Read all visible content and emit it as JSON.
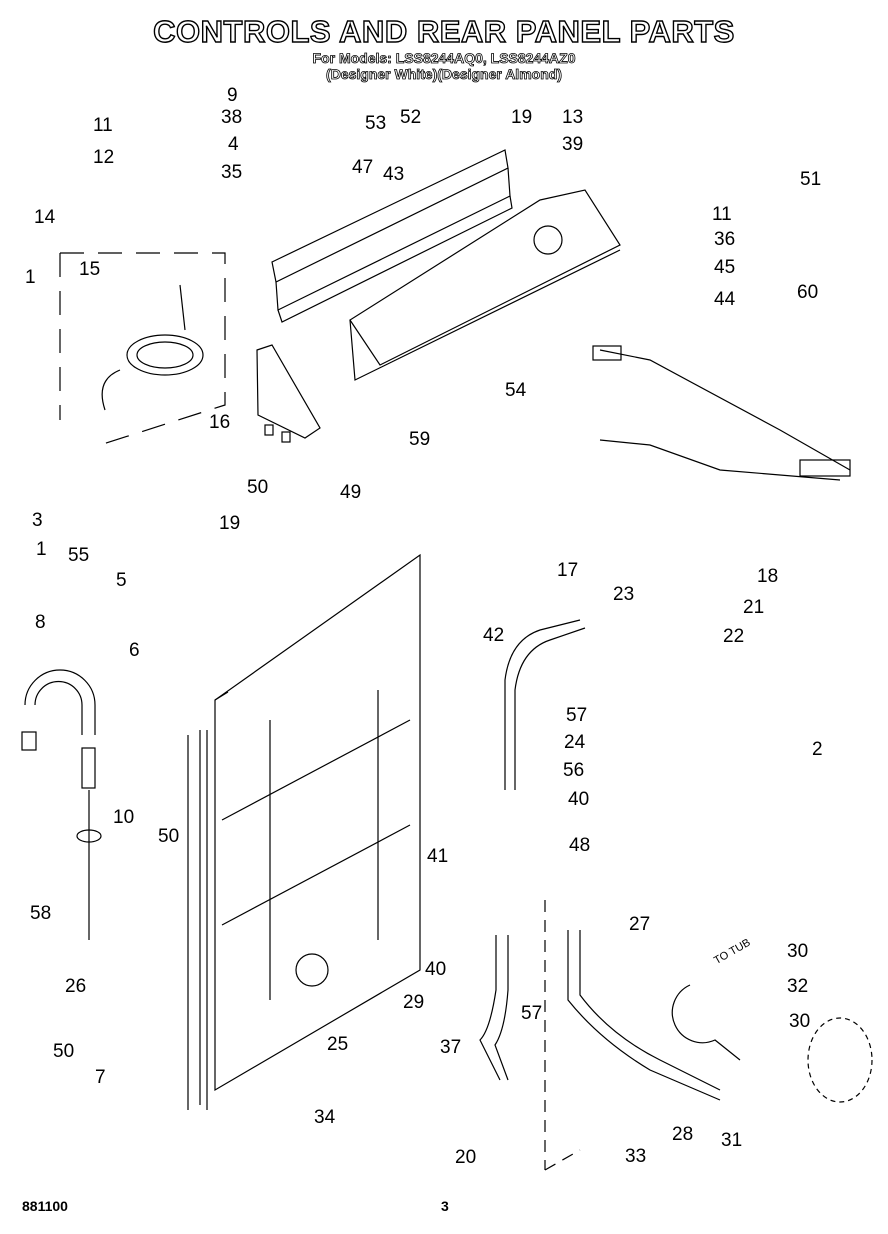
{
  "header": {
    "title": "CONTROLS AND REAR PANEL PARTS",
    "models_line": "For Models: LSS8244AQ0, LSS8244AZ0",
    "colors_line": "(Designer White)(Designer Almond)"
  },
  "diagram": {
    "annotation_to_tub": "TO TUB",
    "callouts": [
      {
        "id": "c9",
        "label": "9"
      },
      {
        "id": "c38",
        "label": "38"
      },
      {
        "id": "c4",
        "label": "4"
      },
      {
        "id": "c35",
        "label": "35"
      },
      {
        "id": "c53",
        "label": "53"
      },
      {
        "id": "c52",
        "label": "52"
      },
      {
        "id": "c19a",
        "label": "19"
      },
      {
        "id": "c13",
        "label": "13"
      },
      {
        "id": "c39",
        "label": "39"
      },
      {
        "id": "c47",
        "label": "47"
      },
      {
        "id": "c43",
        "label": "43"
      },
      {
        "id": "c11a",
        "label": "11"
      },
      {
        "id": "c12",
        "label": "12"
      },
      {
        "id": "c14",
        "label": "14"
      },
      {
        "id": "c15",
        "label": "15"
      },
      {
        "id": "c1a",
        "label": "1"
      },
      {
        "id": "c51",
        "label": "51"
      },
      {
        "id": "c11b",
        "label": "11"
      },
      {
        "id": "c36",
        "label": "36"
      },
      {
        "id": "c45",
        "label": "45"
      },
      {
        "id": "c44",
        "label": "44"
      },
      {
        "id": "c60",
        "label": "60"
      },
      {
        "id": "c16",
        "label": "16"
      },
      {
        "id": "c49",
        "label": "49"
      },
      {
        "id": "c54",
        "label": "54"
      },
      {
        "id": "c59",
        "label": "59"
      },
      {
        "id": "c3",
        "label": "3"
      },
      {
        "id": "c1b",
        "label": "1"
      },
      {
        "id": "c50a",
        "label": "50"
      },
      {
        "id": "c19b",
        "label": "19"
      },
      {
        "id": "c55",
        "label": "55"
      },
      {
        "id": "c5",
        "label": "5"
      },
      {
        "id": "c17",
        "label": "17"
      },
      {
        "id": "c18",
        "label": "18"
      },
      {
        "id": "c23",
        "label": "23"
      },
      {
        "id": "c21",
        "label": "21"
      },
      {
        "id": "c22",
        "label": "22"
      },
      {
        "id": "c42",
        "label": "42"
      },
      {
        "id": "c8",
        "label": "8"
      },
      {
        "id": "c6",
        "label": "6"
      },
      {
        "id": "c57a",
        "label": "57"
      },
      {
        "id": "c24",
        "label": "24"
      },
      {
        "id": "c2",
        "label": "2"
      },
      {
        "id": "c56",
        "label": "56"
      },
      {
        "id": "c40a",
        "label": "40"
      },
      {
        "id": "c41",
        "label": "41"
      },
      {
        "id": "c48",
        "label": "48"
      },
      {
        "id": "c10",
        "label": "10"
      },
      {
        "id": "c50b",
        "label": "50"
      },
      {
        "id": "c58",
        "label": "58"
      },
      {
        "id": "c27",
        "label": "27"
      },
      {
        "id": "c26",
        "label": "26"
      },
      {
        "id": "c40b",
        "label": "40"
      },
      {
        "id": "c30a",
        "label": "30"
      },
      {
        "id": "c32",
        "label": "32"
      },
      {
        "id": "c29",
        "label": "29"
      },
      {
        "id": "c30b",
        "label": "30"
      },
      {
        "id": "c57b",
        "label": "57"
      },
      {
        "id": "c50c",
        "label": "50"
      },
      {
        "id": "c25",
        "label": "25"
      },
      {
        "id": "c37",
        "label": "37"
      },
      {
        "id": "c7",
        "label": "7"
      },
      {
        "id": "c34",
        "label": "34"
      },
      {
        "id": "c28",
        "label": "28"
      },
      {
        "id": "c31",
        "label": "31"
      },
      {
        "id": "c20",
        "label": "20"
      },
      {
        "id": "c33",
        "label": "33"
      }
    ]
  },
  "footer": {
    "doc_number": "881100",
    "page_number": "3"
  }
}
